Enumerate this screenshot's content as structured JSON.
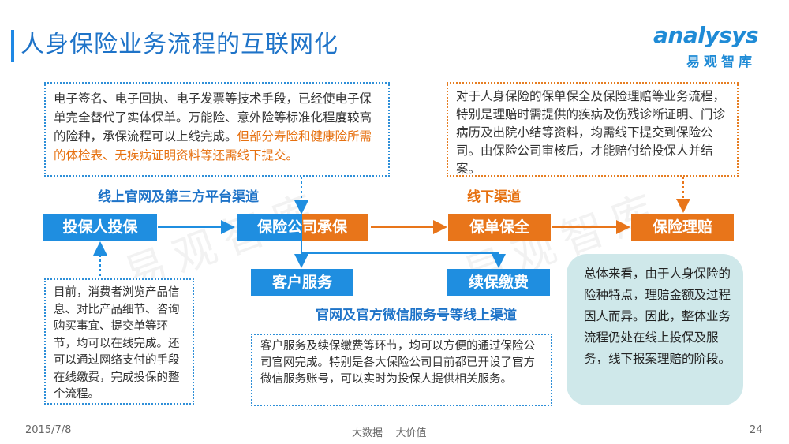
{
  "title": "人身保险业务流程的互联网化",
  "logo": {
    "word": "analysys",
    "sub": "易观智库"
  },
  "watermark": [
    "易观智库",
    "易观智库"
  ],
  "notes": {
    "top_left": {
      "normal": "电子签名、电子回执、电子发票等技术手段，已经使电子保单完全替代了实体保单。万能险、意外险等标准化程度较高的险种，承保流程可以上线完成。",
      "highlight": "但部分寿险和健康险所需的体检表、无疾病证明资料等还需线下提交。"
    },
    "top_right": "对于人身保险的保单保全及保险理赔等业务流程，特别是理赔时需提供的疾病及伤残诊断证明、门诊病历及出院小结等资料，均需线下提交到保险公司。由保险公司审核后，才能赔付给投保人并结案。",
    "bottom_left": "目前，消费者浏览产品信息、对比产品细节、咨询购买事宜、提交单等环节，均可以在线完成。还可以通过网络支付的手段在线缴费，完成投保的整个流程。",
    "bottom_center": "客户服务及续保缴费等环节，均可以方便的通过保险公司官网完成。特别是各大保险公司目前都已开设了官方微信服务账号，可以实时为投保人提供相关服务。"
  },
  "channels": {
    "online": "线上官网及第三方平台渠道",
    "offline": "线下渠道",
    "official": "官网及官方微信服务号等线上渠道"
  },
  "boxes": {
    "apply": "投保人投保",
    "underwrite": "保险公司承保",
    "preserve": "保单保全",
    "claim": "保险理赔",
    "service": "客户服务",
    "renew": "续保缴费"
  },
  "summary": "总体来看，由于人身保险的险种特点，理赔金额及过程因人而异。因此，整体业务流程仍处在线上投保及服务，线下报案理赔的阶段。",
  "footer": {
    "date": "2015/7/8",
    "center": "大数据    大价值",
    "page": "24"
  },
  "colors": {
    "blue": "#1f8ee0",
    "orange": "#e8751a",
    "summary_bg": "#cfe8ea"
  }
}
